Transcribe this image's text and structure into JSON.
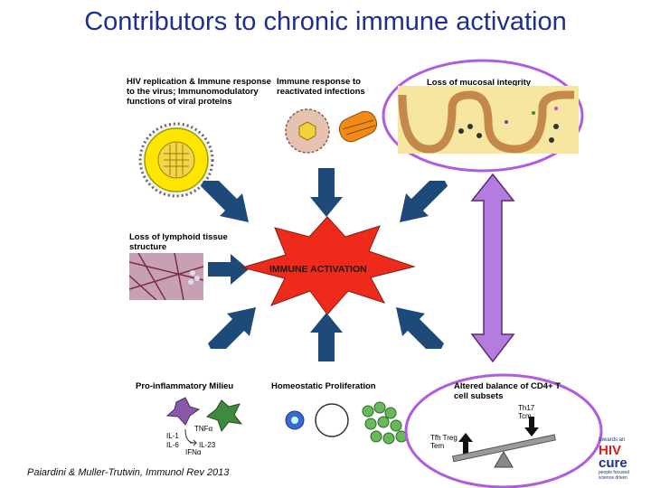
{
  "title": "Contributors to chronic immune activation",
  "center": {
    "label": "IMMUNE ACTIVATION"
  },
  "contributors": {
    "hiv": "HIV replication & Immune response to the virus; Immunomodulatory functions of viral proteins",
    "reactivated": "Immune response to reactivated infections",
    "mucosal": "Loss of mucosal integrity",
    "lymphoid": "Loss of lymphoid tissue structure",
    "inflammatory": "Pro-inflammatory Milieu",
    "homeostatic": "Homeostatic Proliferation",
    "balance": "Altered balance of CD4+ T cell subsets"
  },
  "cytokines": {
    "tnf": "TNFα",
    "il1": "IL-1",
    "il6": "IL-6",
    "il23": "IL-23",
    "ifn": "IFNα"
  },
  "subsets": {
    "right": "Th17 Tcm",
    "left": "Tfh Treg Tem"
  },
  "citation": "Paiardini & Muller-Trutwin, Immunol Rev 2013",
  "logo": {
    "line1": "towards an",
    "line2": "HIV",
    "line3": "cure",
    "line4": "people focused science driven"
  },
  "colors": {
    "title": "#1f2f8f",
    "arrow": "#1e4a7a",
    "starburst": "#ee2a1b",
    "highlight": "#b05ce0",
    "double_arrow": "#b57ce0"
  }
}
